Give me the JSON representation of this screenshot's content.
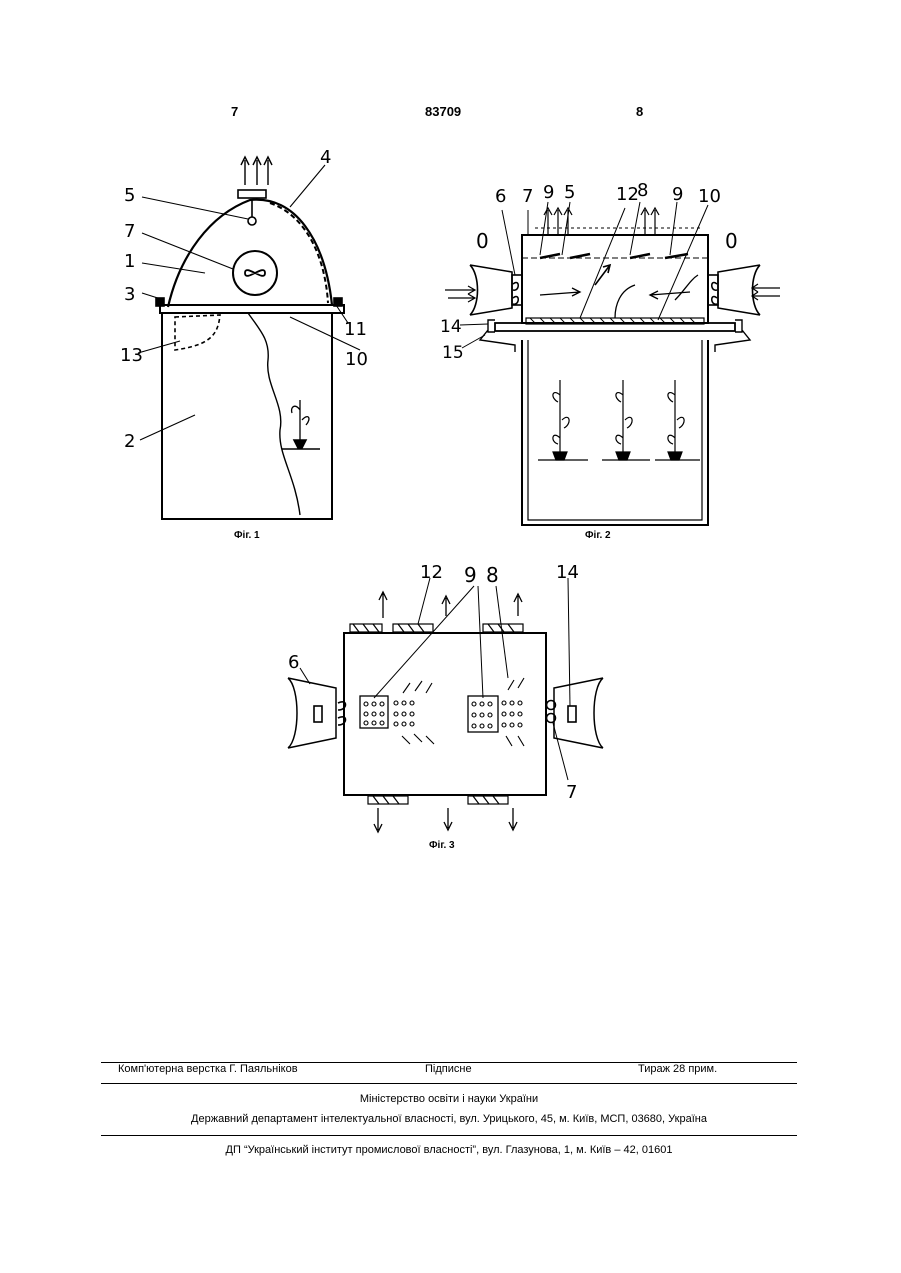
{
  "header": {
    "left_page": "7",
    "patent_number": "83709",
    "right_page": "8"
  },
  "figures": {
    "fig1": {
      "caption": "Фіг. 1",
      "labels": {
        "l1": "1",
        "l2": "2",
        "l3": "3",
        "l4": "4",
        "l5": "5",
        "l7": "7",
        "l10": "10",
        "l11": "11",
        "l13": "13"
      }
    },
    "fig2": {
      "caption": "Фіг. 2",
      "labels": {
        "l6": "6",
        "l7": "7",
        "l9a": "9",
        "l5": "5",
        "l12": "12",
        "l8": "8",
        "l9b": "9",
        "l10": "10",
        "l14": "14",
        "l15": "15",
        "o_left": "0",
        "o_right": "0"
      }
    },
    "fig3": {
      "caption": "Фіг. 3",
      "labels": {
        "l12": "12",
        "l9": "9",
        "l8": "8",
        "l14": "14",
        "l6": "6",
        "l7": "7"
      }
    }
  },
  "footer": {
    "layout": "Комп'ютерна верстка Г. Паяльніков",
    "signed": "Підписне",
    "circulation": "Тираж 28 прим.",
    "ministry": "Міністерство освіти і науки України",
    "department": "Державний департамент інтелектуальної власності, вул. Урицького, 45, м. Київ, МСП, 03680, Україна",
    "institute": "ДП “Український інститут промислової власності”, вул. Глазунова, 1, м. Київ – 42, 01601"
  }
}
